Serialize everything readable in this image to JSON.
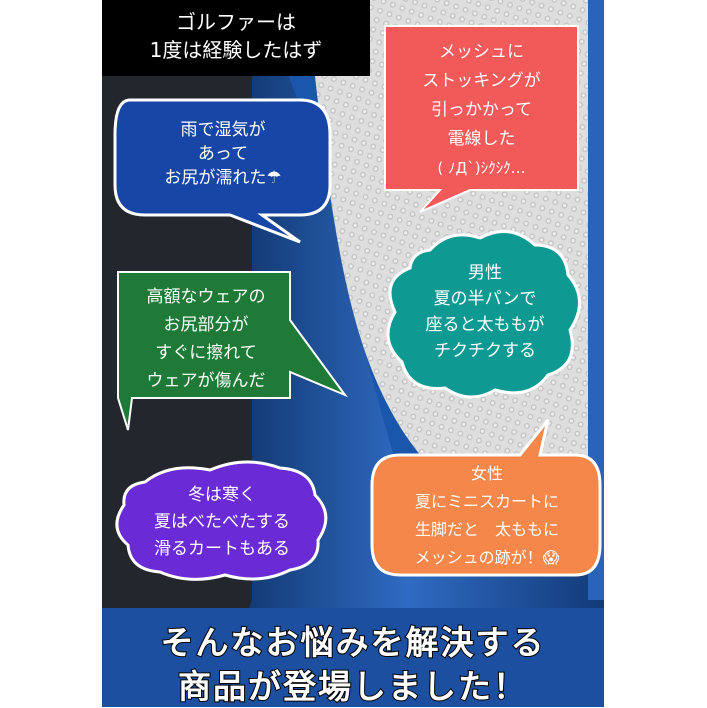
{
  "title": {
    "line1": "ゴルファーは",
    "line2": "1度は経験したはず"
  },
  "bubbles": [
    {
      "lines": [
        "雨で湿気が",
        "あって",
        "お尻が濡れた☂"
      ],
      "color": "#1746a6"
    },
    {
      "lines": [
        "メッシュに",
        "ストッキングが",
        "引っかかって",
        "電線した",
        "( ﾉД`)ｼｸｼｸ…"
      ],
      "color": "#f25a5a"
    },
    {
      "lines": [
        "高額なウェアの",
        "お尻部分が",
        "すぐに擦れて",
        "ウェアが傷んだ"
      ],
      "color": "#1e7a36"
    },
    {
      "lines": [
        "男性",
        "夏の半パンで",
        "座ると太ももが",
        "チクチクする"
      ],
      "color": "#0e9a93"
    },
    {
      "lines": [
        "冬は寒く",
        "夏はべたべたする",
        "滑るカートもある"
      ],
      "color": "#6a2bd6"
    },
    {
      "lines": [
        "女性",
        "夏にミニスカートに",
        "生脚だと　太ももに",
        "メッシュの跡が！😱"
      ],
      "color": "#f5874a"
    }
  ],
  "banner": {
    "line1": "そんなお悩みを解決する",
    "line2": "商品が登場しました！",
    "color": "#1d4fa0"
  }
}
